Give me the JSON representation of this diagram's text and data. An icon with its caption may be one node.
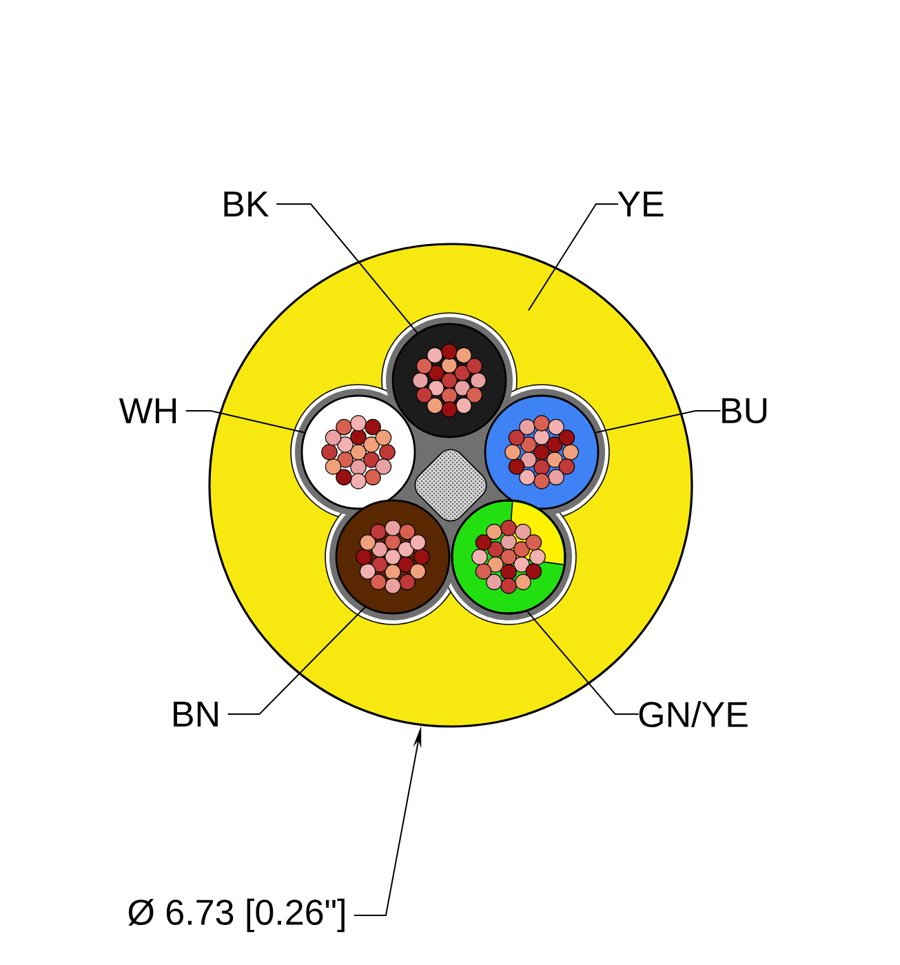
{
  "diagram": {
    "nodes": [
      {
        "text": [],
        "shape": "circle"
      },
      {
        "text": [],
        "shape": "circle",
        "in": 0
      },
      {
        "text": [],
        "shape": "circle",
        "in": 0
      },
      {
        "text": [],
        "shape": "circle",
        "in": 0
      },
      {
        "text": [],
        "shape": "circle",
        "in": 0
      },
      {
        "text": [],
        "shape": "circle",
        "in": 0
      },
      {
        "text": [
          "BK"
        ]
      },
      {
        "text": [
          "YE"
        ]
      },
      {
        "text": [
          "WH"
        ]
      },
      {
        "text": [
          "BU"
        ]
      },
      {
        "text": [
          "BN"
        ]
      },
      {
        "text": [
          "GN/YE"
        ]
      },
      {
        "text": [
          "Ø 6.73 [0.26\"]"
        ]
      }
    ],
    "edges": [
      {
        "from": 6,
        "to": 1,
        "arrow": "none"
      },
      {
        "from": 7,
        "to": 0,
        "arrow": "none"
      },
      {
        "from": 8,
        "to": 2,
        "arrow": "none"
      },
      {
        "from": 9,
        "to": 3,
        "arrow": "none"
      },
      {
        "from": 10,
        "to": 4,
        "arrow": "none"
      },
      {
        "from": 11,
        "to": 5,
        "arrow": "none"
      },
      {
        "from": 12,
        "to": 0,
        "arrow": "to"
      }
    ]
  }
}
